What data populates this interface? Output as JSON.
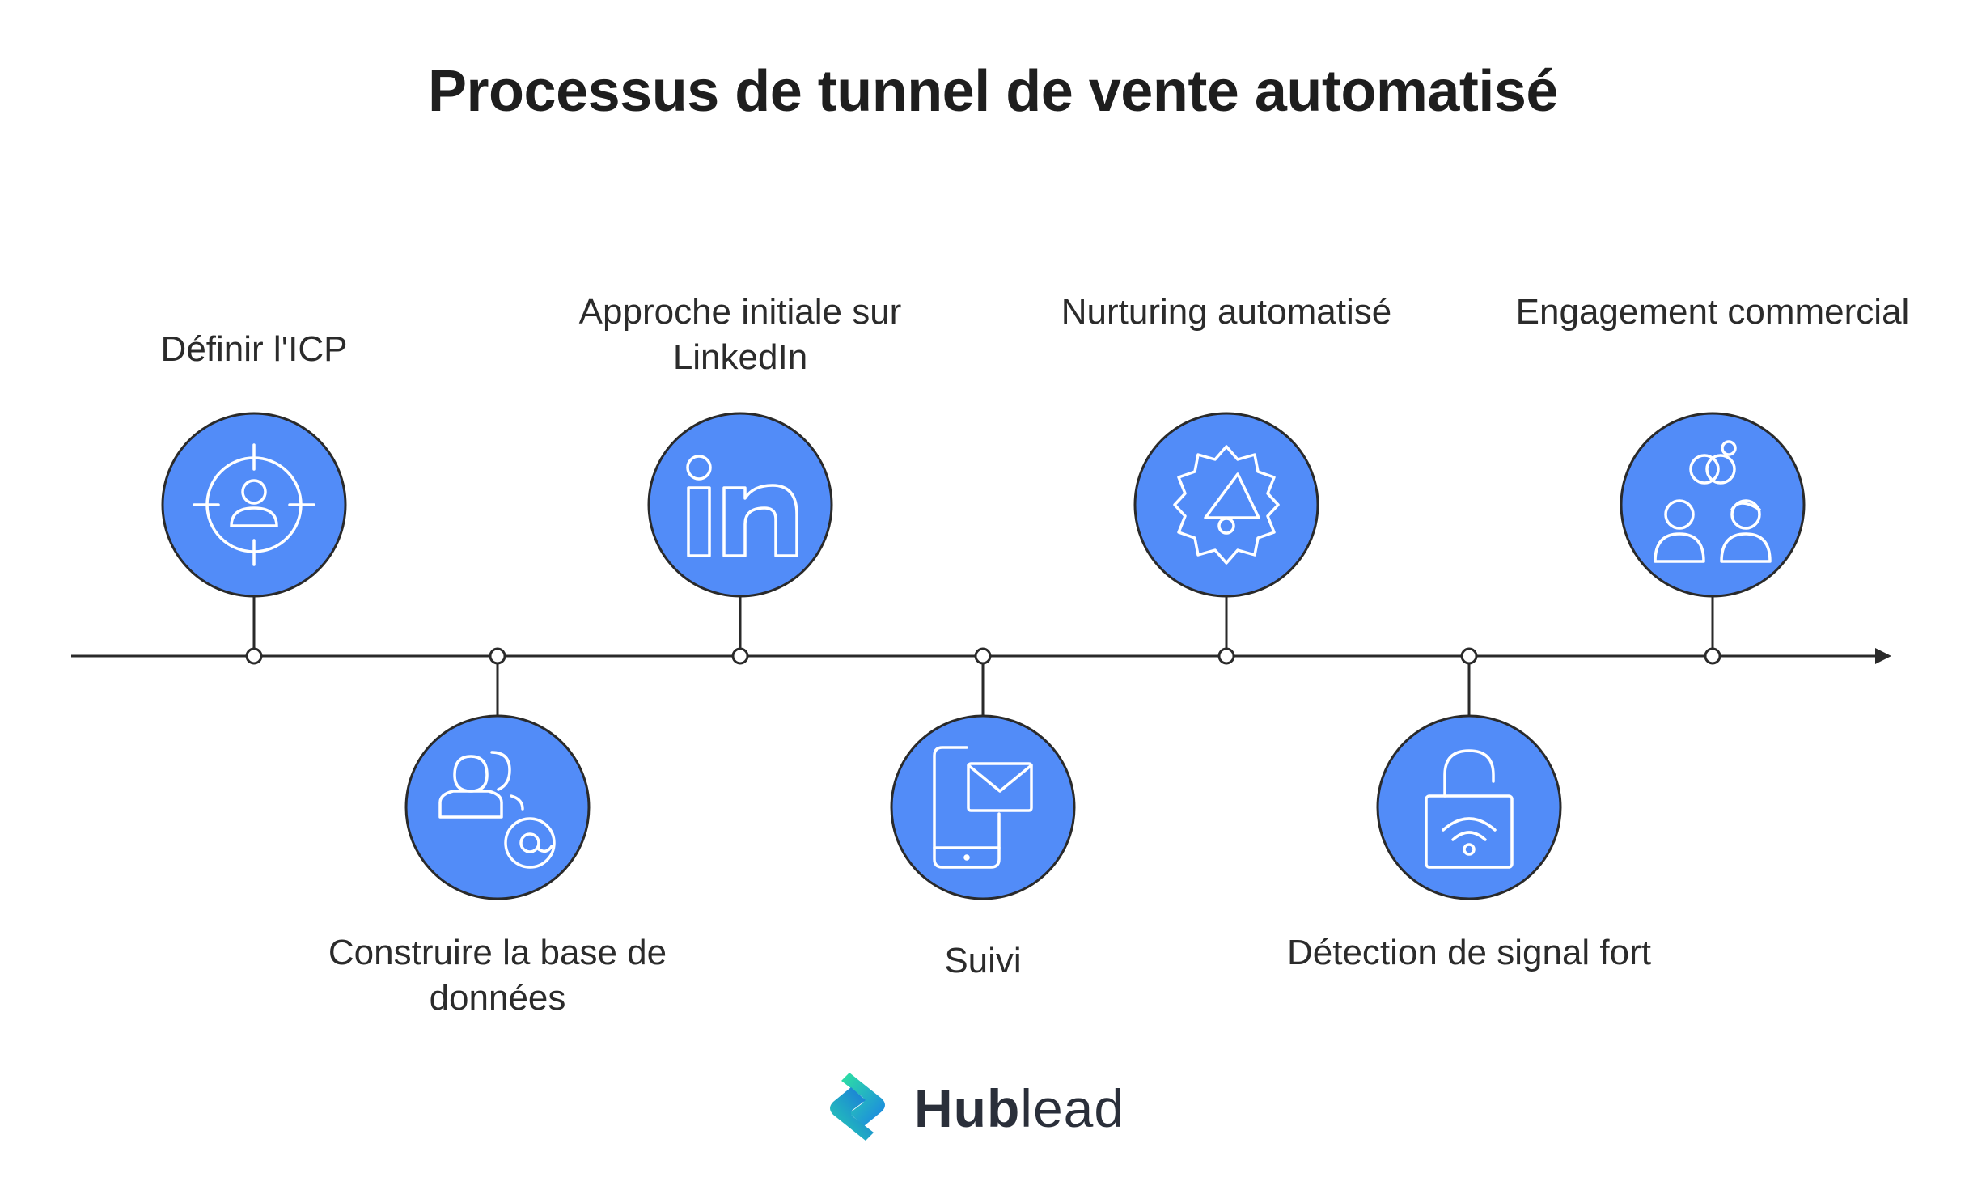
{
  "title": "Processus de tunnel de vente automatisé",
  "colors": {
    "circle_fill": "#528cf8",
    "outline": "#2a2a2a",
    "line": "#2a2a2a",
    "text": "#2b2b2b"
  },
  "steps": [
    {
      "label": "Définir l'ICP",
      "icon": "target-user-icon",
      "position": "top"
    },
    {
      "label": "Construire la base de données",
      "icon": "users-at-icon",
      "position": "bottom"
    },
    {
      "label": "Approche initiale sur LinkedIn",
      "icon": "linkedin-icon",
      "position": "top"
    },
    {
      "label": "Suivi",
      "icon": "phone-mail-icon",
      "position": "bottom"
    },
    {
      "label": "Nurturing automatisé",
      "icon": "gear-megaphone-icon",
      "position": "top"
    },
    {
      "label": "Détection de signal fort",
      "icon": "lock-signal-icon",
      "position": "bottom"
    },
    {
      "label": "Engagement commercial",
      "icon": "people-link-icon",
      "position": "top"
    }
  ],
  "brand": {
    "name_bold": "Hub",
    "name_light": "lead",
    "logo": "hublead-logo-icon"
  }
}
